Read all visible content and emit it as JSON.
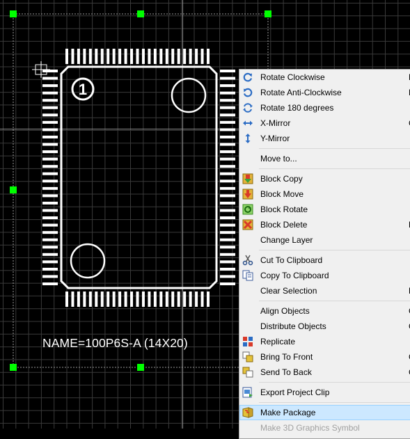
{
  "canvas": {
    "component_label": "NAME=100P6S-A (14X20)",
    "pin1_marker": "1",
    "colors": {
      "background": "#000000",
      "grid_minor": "#3a3a3a",
      "grid_major": "#8c8c8c",
      "outline": "#ffffff",
      "handle": "#00ff00"
    }
  },
  "context_menu": {
    "items": [
      {
        "label": "Rotate Clockwise",
        "icon": "rotate-cw-icon",
        "shortcut": "N"
      },
      {
        "label": "Rotate Anti-Clockwise",
        "icon": "rotate-ccw-icon",
        "shortcut": "N"
      },
      {
        "label": "Rotate 180 degrees",
        "icon": "rotate-180-icon",
        "shortcut": ""
      },
      {
        "label": "X-Mirror",
        "icon": "x-mirror-icon",
        "shortcut": "C"
      },
      {
        "label": "Y-Mirror",
        "icon": "y-mirror-icon",
        "shortcut": ""
      },
      {
        "separator": true
      },
      {
        "label": "Move to...",
        "icon": "",
        "shortcut": ""
      },
      {
        "separator": true
      },
      {
        "label": "Block Copy",
        "icon": "block-copy-icon",
        "shortcut": ""
      },
      {
        "label": "Block Move",
        "icon": "block-move-icon",
        "shortcut": ""
      },
      {
        "label": "Block Rotate",
        "icon": "block-rotate-icon",
        "shortcut": ""
      },
      {
        "label": "Block Delete",
        "icon": "block-delete-icon",
        "shortcut": "D"
      },
      {
        "label": "Change Layer",
        "icon": "",
        "shortcut": ""
      },
      {
        "separator": true
      },
      {
        "label": "Cut To Clipboard",
        "icon": "scissors-icon",
        "shortcut": ""
      },
      {
        "label": "Copy To Clipboard",
        "icon": "copy-icon",
        "shortcut": ""
      },
      {
        "label": "Clear Selection",
        "icon": "",
        "shortcut": "E"
      },
      {
        "separator": true
      },
      {
        "label": "Align Objects",
        "icon": "",
        "shortcut": "C"
      },
      {
        "label": "Distribute Objects",
        "icon": "",
        "shortcut": "C"
      },
      {
        "label": "Replicate",
        "icon": "replicate-icon",
        "shortcut": ""
      },
      {
        "label": "Bring To Front",
        "icon": "bring-to-front-icon",
        "shortcut": "C"
      },
      {
        "label": "Send To Back",
        "icon": "send-to-back-icon",
        "shortcut": "C"
      },
      {
        "separator": true
      },
      {
        "label": "Export Project Clip",
        "icon": "export-clip-icon",
        "shortcut": ""
      },
      {
        "separator": true
      },
      {
        "label": "Make Package",
        "icon": "make-package-icon",
        "shortcut": "",
        "highlighted": true
      },
      {
        "label": "Make 3D Graphics Symbol",
        "icon": "",
        "shortcut": "",
        "disabled": true
      }
    ]
  }
}
